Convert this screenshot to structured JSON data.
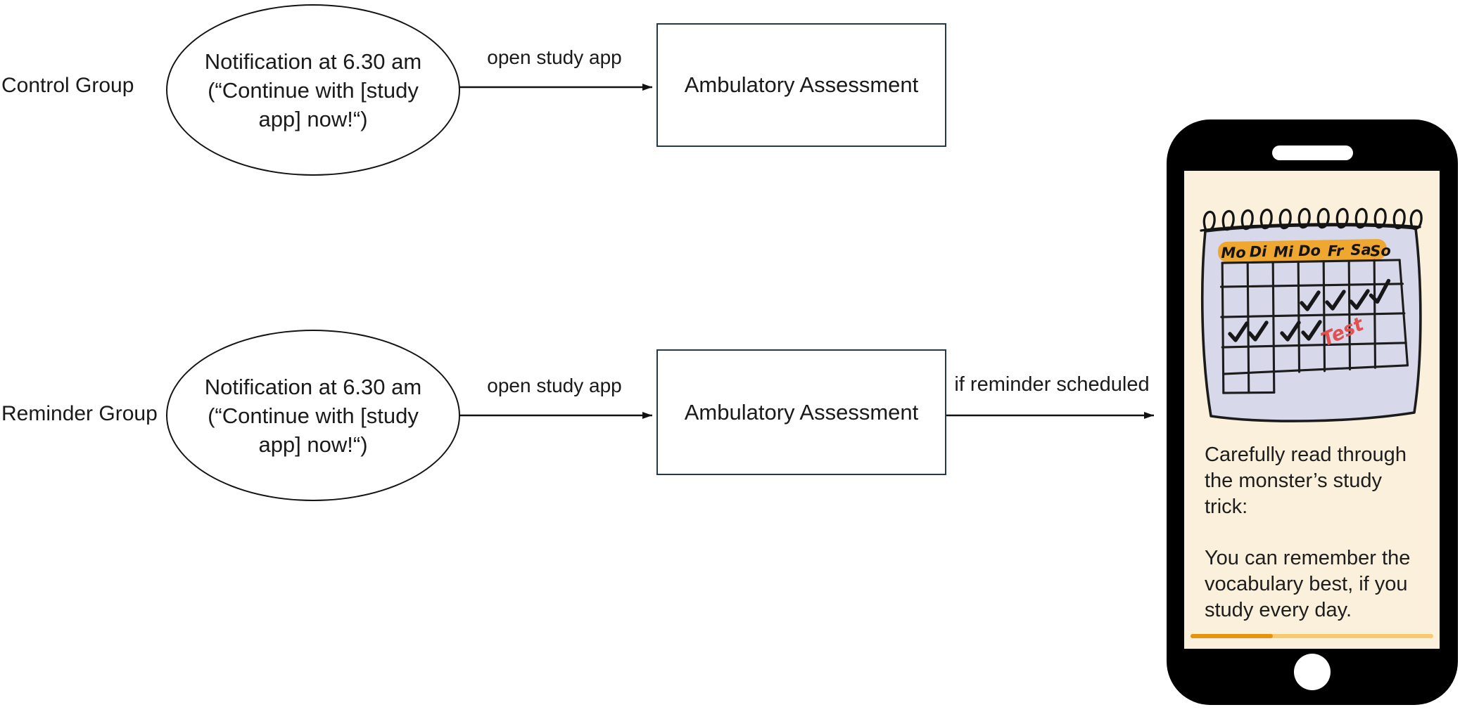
{
  "figure": {
    "rows": [
      {
        "group_label": "Control Group",
        "ellipse_lines": [
          "Notification at 6.30 am",
          "(“Continue with [study",
          "app] now!“)"
        ],
        "arrow_label": "open study app",
        "box_label": "Ambulatory Assessment"
      },
      {
        "group_label": "Reminder Group",
        "ellipse_lines": [
          "Notification at 6.30 am",
          "(“Continue with [study",
          "app] now!“)"
        ],
        "arrow_label": "open study app",
        "box_label": "Ambulatory Assessment",
        "phone_arrow_label": "if reminder scheduled"
      }
    ],
    "colors": {
      "box_border": "#24384E",
      "shape_outline": "#131313",
      "arrow": "#111111"
    }
  },
  "phone": {
    "screen_background": "#FBF0DB",
    "calendar": {
      "day_labels": [
        "Mo",
        "Di",
        "Mi",
        "Do",
        "Fr",
        "Sa",
        "So"
      ],
      "week1_checked_days": [
        "Do",
        "Fr",
        "Sa",
        "So"
      ],
      "week2_checked_days": [
        "Mo",
        "Di",
        "Mi",
        "Do"
      ],
      "test_label": "Test",
      "colors": {
        "paper": "#D8D8EB",
        "header_band": "#EFA72F",
        "test": "#E25050",
        "ink": "#1B1B1B"
      }
    },
    "message": {
      "paragraph1_lines": [
        "Carefully read through",
        "the monster’s study",
        "trick:"
      ],
      "paragraph2_lines": [
        "You can remember the",
        "vocabulary best, if you",
        "study every day."
      ]
    },
    "progress": {
      "percent": 34,
      "fill_style": "width:34%",
      "colors": {
        "fill": "#E6940C",
        "track": "#F5CA70"
      }
    }
  }
}
